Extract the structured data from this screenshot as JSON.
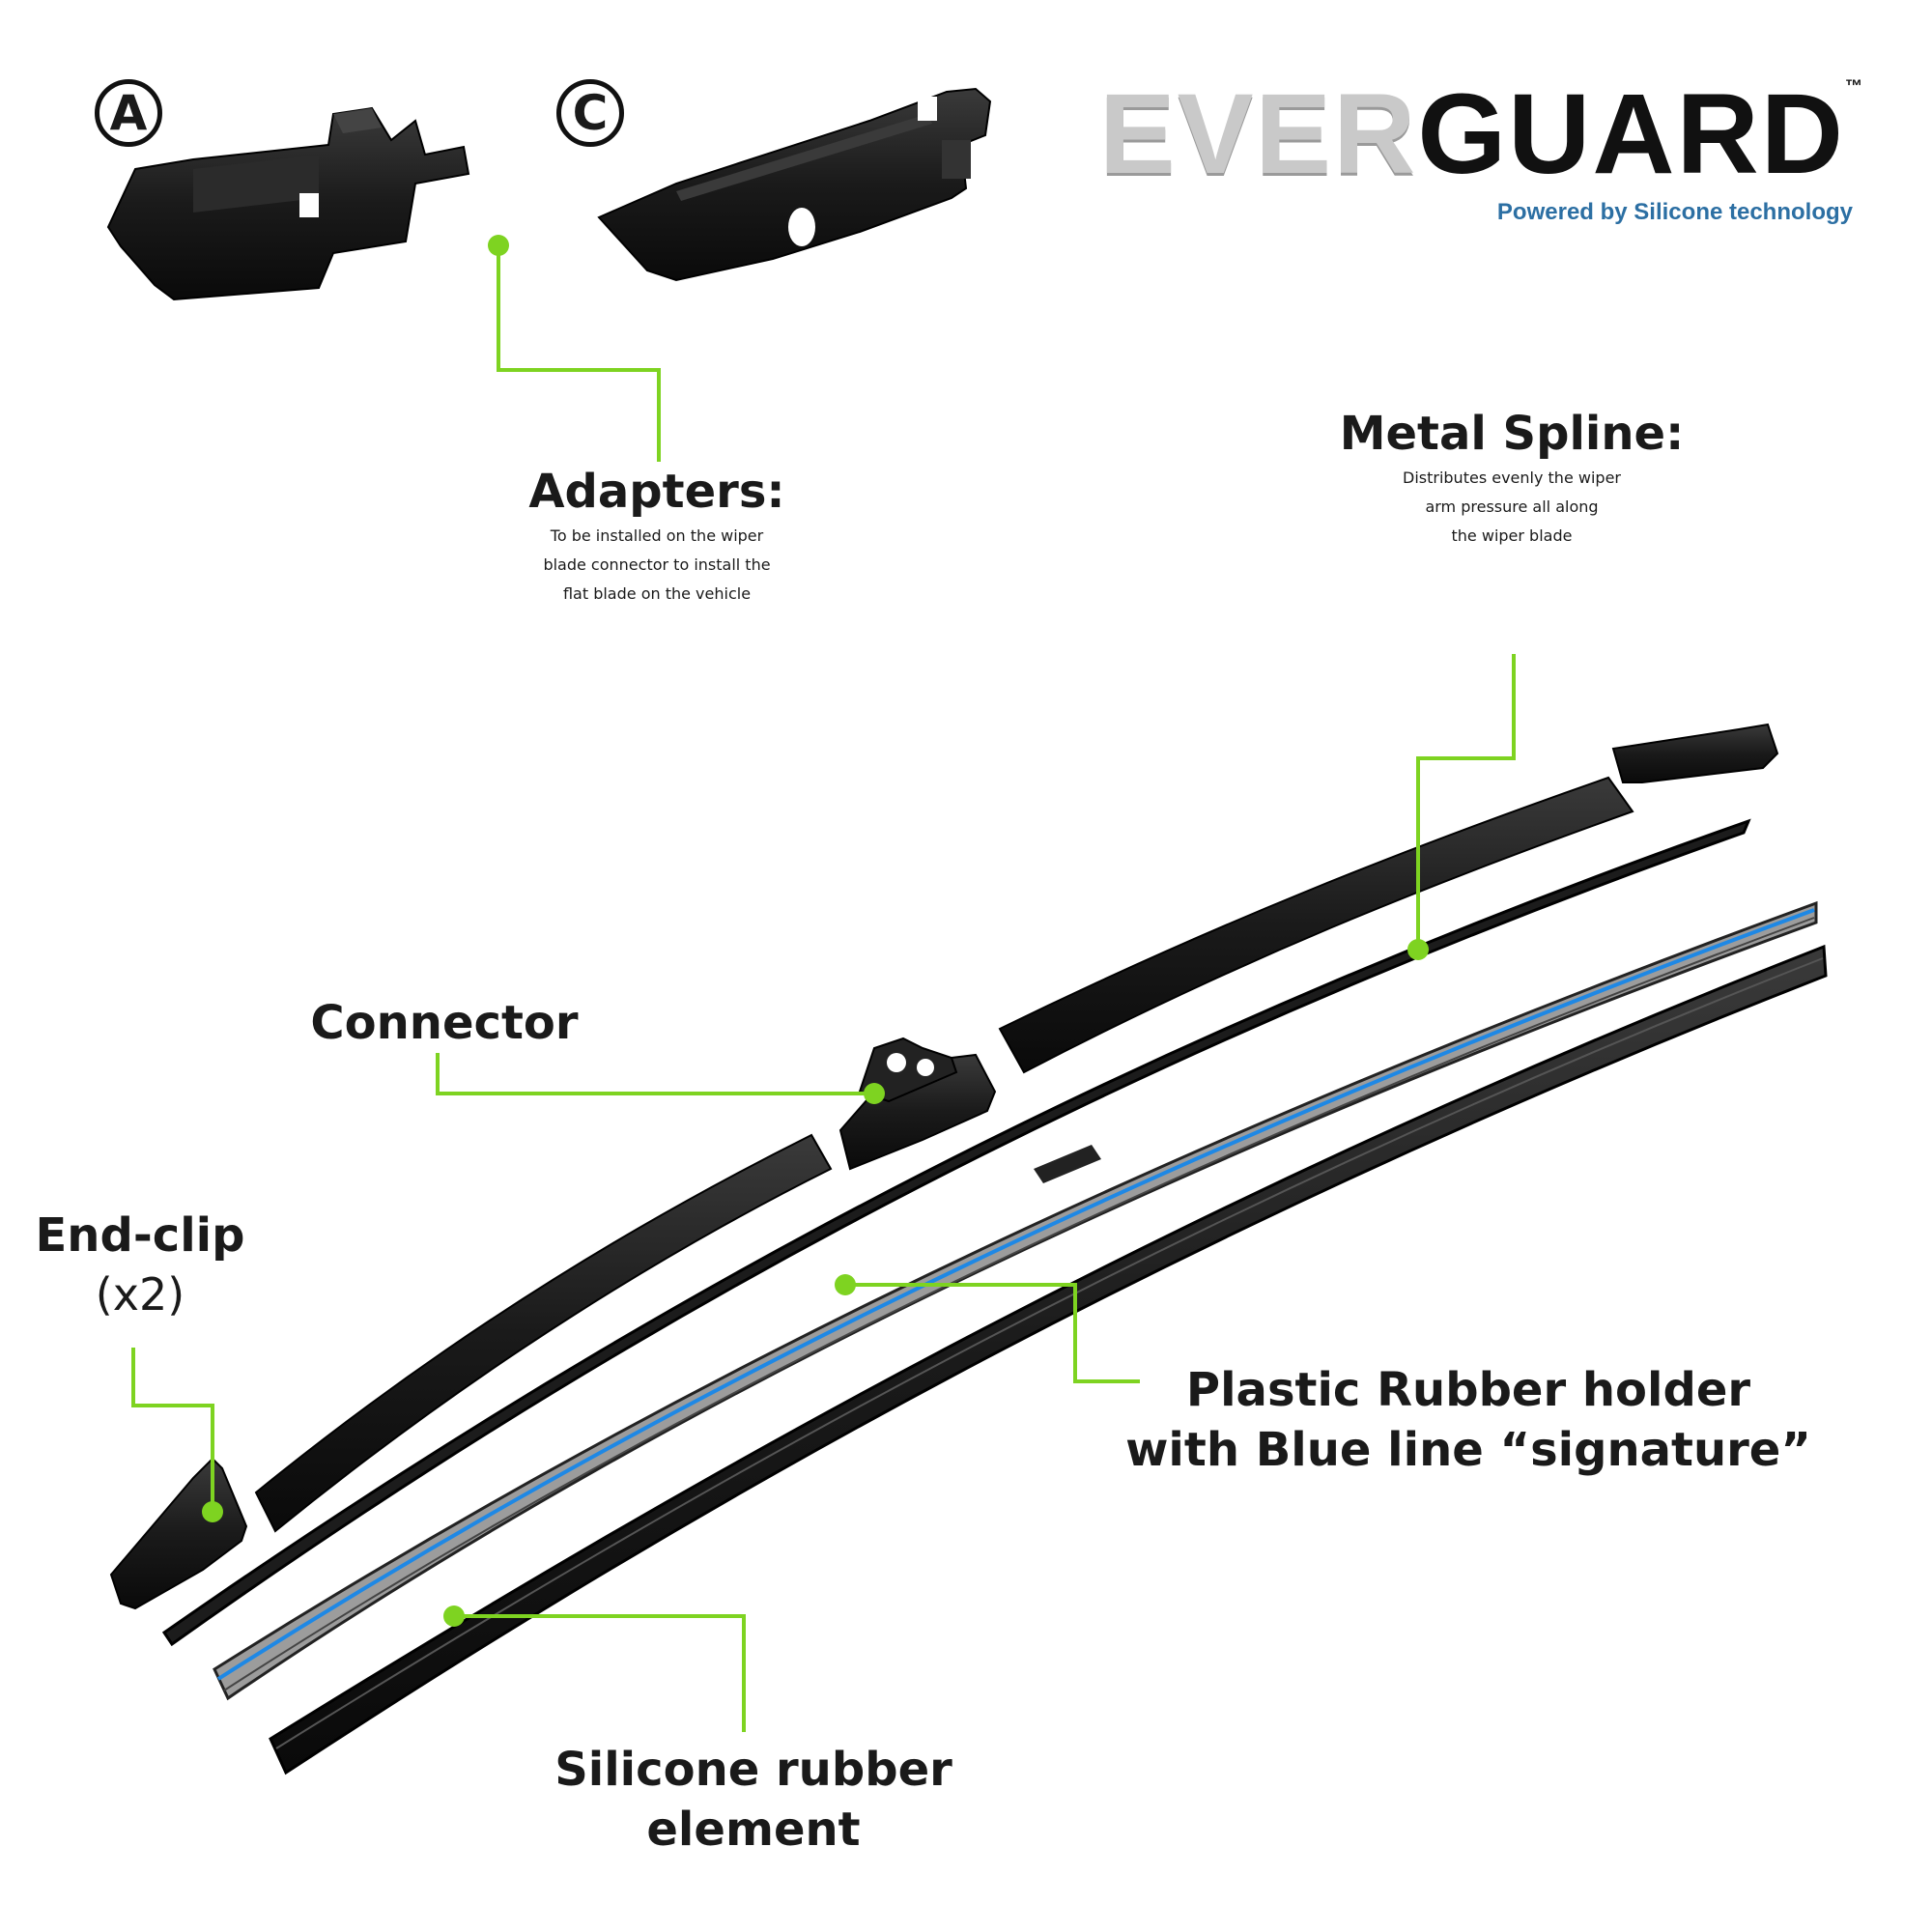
{
  "brand": {
    "name_part1": "EVER",
    "name_part2": "GUARD",
    "trademark": "™",
    "tagline": "Powered by Silicone technology"
  },
  "adapters": {
    "badge_a": "A",
    "badge_c": "C",
    "title": "Adapters:",
    "desc_lines": [
      "To be installed on the wiper",
      "blade connector to install the",
      "flat blade on the vehicle"
    ]
  },
  "metal_spline": {
    "title": "Metal Spline:",
    "desc_lines": [
      "Distributes evenly the wiper",
      "arm pressure all along",
      "the wiper blade"
    ]
  },
  "connector": {
    "title": "Connector"
  },
  "end_clip": {
    "title": "End-clip",
    "qty": "(x2)"
  },
  "plastic_holder": {
    "title_lines": [
      "Plastic Rubber holder",
      "with Blue line “signature”"
    ]
  },
  "silicone": {
    "title_lines": [
      "Silicone rubber",
      "element"
    ]
  },
  "colors": {
    "callout": "#7ed321",
    "accent_blue": "#1e88e5",
    "part": "#1b1b1b",
    "tagline": "#2c6fa3"
  }
}
